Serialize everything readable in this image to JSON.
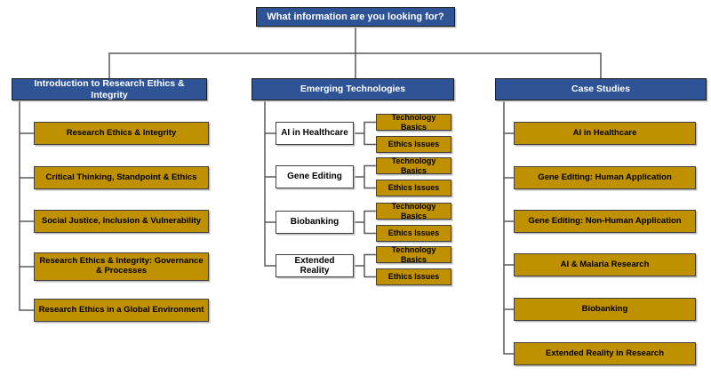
{
  "root": {
    "label": "What information are you looking for?"
  },
  "columns": [
    {
      "header": "Introduction to Research Ethics & Integrity",
      "items": [
        "Research Ethics & Integrity",
        "Critical Thinking, Standpoint & Ethics",
        "Social Justice, Inclusion & Vulnerability",
        "Research Ethics & Integrity: Governance & Processes",
        "Research Ethics in a Global Environment"
      ]
    },
    {
      "header": "Emerging Technologies",
      "topics": [
        {
          "label": "AI in Healthcare",
          "children": [
            "Technology Basics",
            "Ethics Issues"
          ]
        },
        {
          "label": "Gene Editing",
          "children": [
            "Technology Basics",
            "Ethics Issues"
          ]
        },
        {
          "label": "Biobanking",
          "children": [
            "Technology Basics",
            "Ethics Issues"
          ]
        },
        {
          "label": "Extended Reality",
          "children": [
            "Technology Basics",
            "Ethics Issues"
          ]
        }
      ]
    },
    {
      "header": "Case Studies",
      "items": [
        "AI in Healthcare",
        "Gene Editing: Human Application",
        "Gene Editing: Non-Human Application",
        "AI & Malaria Research",
        "Biobanking",
        "Extended Reality in Research"
      ]
    }
  ],
  "colors": {
    "header_blue": "#2F5496",
    "node_gold": "#BF9000",
    "node_white": "#FFFFFF",
    "connector_gray": "#595959"
  }
}
